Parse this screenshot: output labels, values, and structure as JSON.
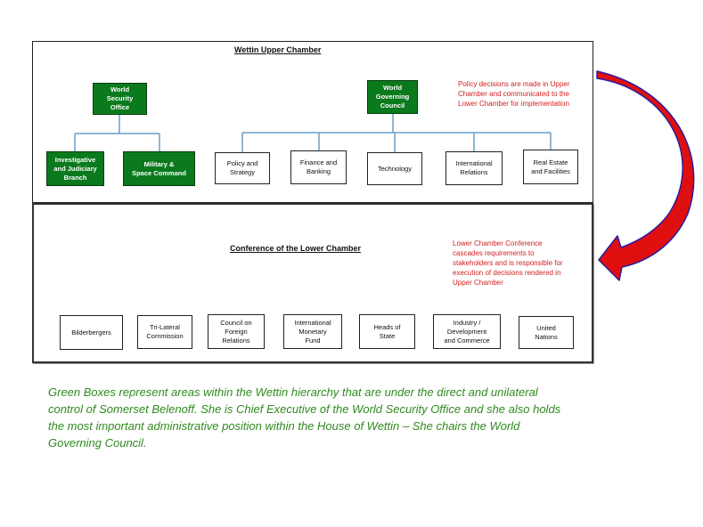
{
  "upper_chamber": {
    "title": "Wettin Upper Chamber",
    "world_security_office": "World\nSecurity\nOffice",
    "investigative_branch": "Investigative\nand Judiciary\nBranch",
    "military_space_command": "Military  &\nSpace Command",
    "world_governing_council": "World\nGoverning\nCouncil",
    "departments": [
      "Policy and\nStrategy",
      "Finance and\nBanking",
      "Technology",
      "International\nRelations",
      "Real Estate\nand Facilities"
    ],
    "note": "Policy decisions are made in Upper\nChamber and communicated to the\nLower Chamber for implementation"
  },
  "lower_chamber": {
    "title": "Conference of the Lower Chamber",
    "note": "Lower Chamber Conference\ncascades requirements to\nstakeholders and is responsible for\nexecution of decisions rendered in\nUpper Chamber",
    "members": [
      "Bilderbergers",
      "Tri-Lateral\nCommission",
      "Council on\nForeign\nRelations",
      "International\nMonetary\nFund",
      "Heads of\nState",
      "Industry  /\nDevelopment\nand Commerce",
      "United\nNations"
    ]
  },
  "caption": "Green Boxes represent areas within the Wettin hierarchy that are under the direct and unilateral\ncontrol of Somerset Belenoff. She is Chief Executive of the World Security Office and she also holds\nthe most important administrative position within the House of Wettin – She chairs the World\nGoverning Council.",
  "colors": {
    "green_box": "#0a7a1c",
    "connector": "#6a9ec6",
    "note_text": "#d42020",
    "arrow_fill": "#e00f0f",
    "arrow_outline": "#2a1aa0",
    "caption_text": "#2f8a1f"
  }
}
